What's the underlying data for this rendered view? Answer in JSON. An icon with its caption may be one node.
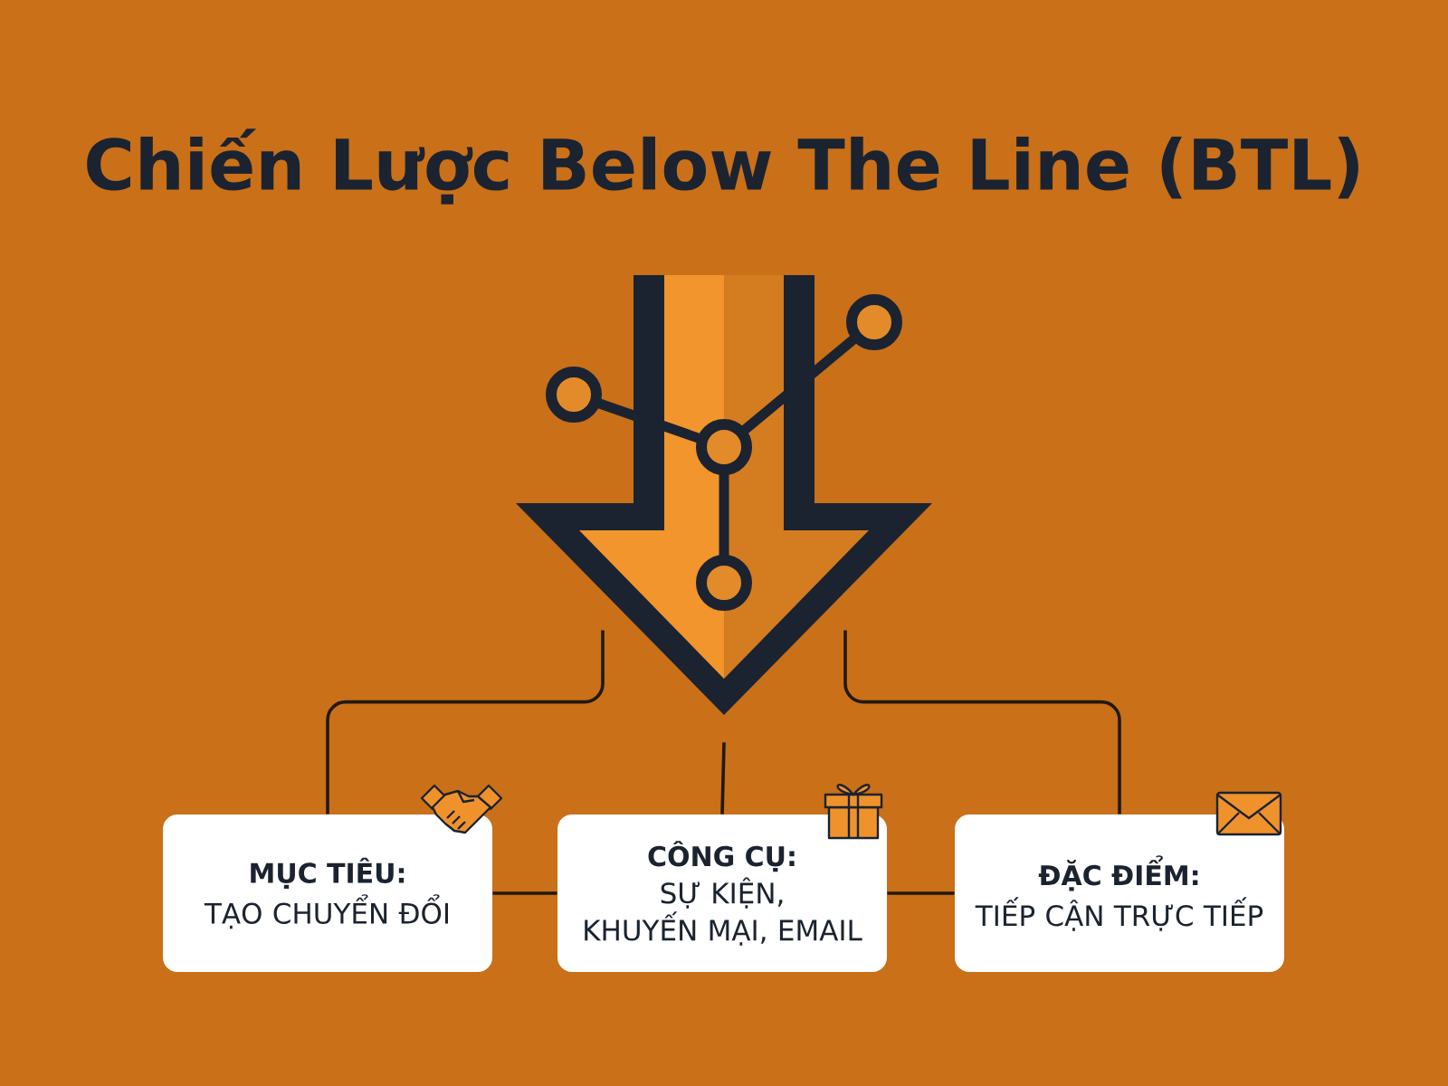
{
  "diagram": {
    "title": "Chiến Lược Below The Line (BTL)",
    "nodes": [
      {
        "text": [],
        "shape": "picture"
      },
      {
        "text": [
          "MỤC TIÊU:",
          "TẠO CHUYỂN ĐỔI"
        ]
      },
      {
        "text": [
          "CÔNG CỤ:",
          "SỰ KIỆN, KHUYẾN MẠI, EMAIL"
        ]
      },
      {
        "text": [
          "ĐẶC ĐIỂM:",
          "TIẾP CẬN TRỰC TIẾP"
        ]
      }
    ],
    "edges": [
      {
        "from": 0,
        "to": 1,
        "arrow": "none"
      },
      {
        "from": 0,
        "to": 2,
        "arrow": "none"
      },
      {
        "from": 0,
        "to": 3,
        "arrow": "none"
      },
      {
        "from": 1,
        "to": 2,
        "arrow": "none"
      },
      {
        "from": 2,
        "to": 3,
        "arrow": "none"
      }
    ]
  }
}
